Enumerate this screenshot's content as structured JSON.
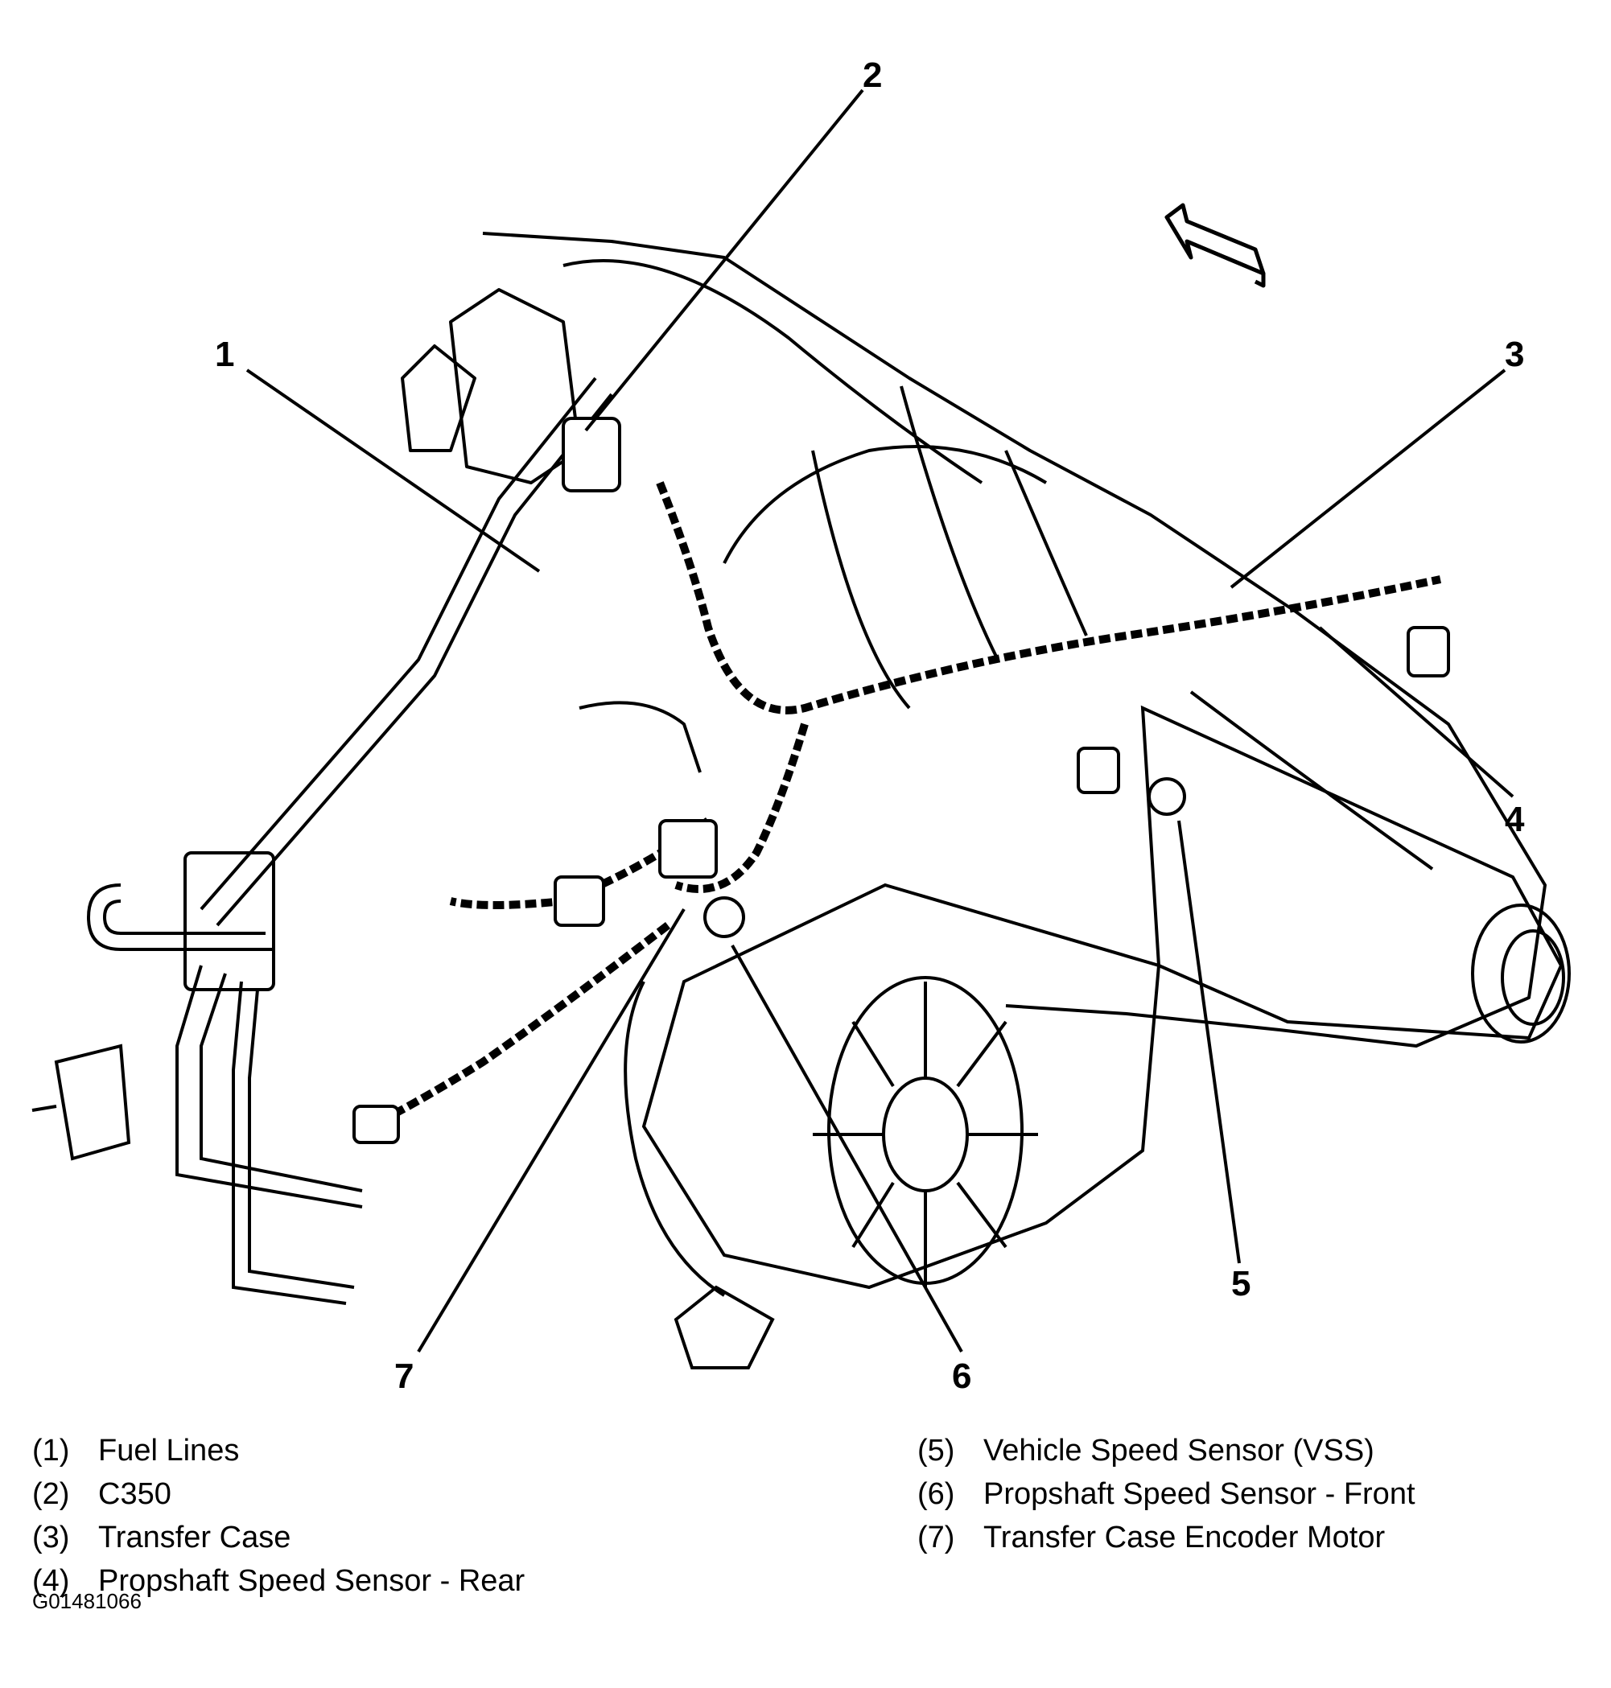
{
  "callouts": [
    {
      "num": "1"
    },
    {
      "num": "2"
    },
    {
      "num": "3"
    },
    {
      "num": "4"
    },
    {
      "num": "5"
    },
    {
      "num": "6"
    },
    {
      "num": "7"
    }
  ],
  "legend": [
    {
      "num": "(1)",
      "label": "Fuel Lines"
    },
    {
      "num": "(2)",
      "label": "C350"
    },
    {
      "num": "(3)",
      "label": "Transfer Case"
    },
    {
      "num": "(4)",
      "label": "Propshaft Speed Sensor - Rear"
    },
    {
      "num": "(5)",
      "label": "Vehicle Speed Sensor (VSS)"
    },
    {
      "num": "(6)",
      "label": "Propshaft Speed Sensor - Front"
    },
    {
      "num": "(7)",
      "label": "Transfer Case Encoder Motor"
    }
  ],
  "figure_id": "G01481066",
  "icons": {
    "direction": "front-direction-arrow-icon"
  }
}
